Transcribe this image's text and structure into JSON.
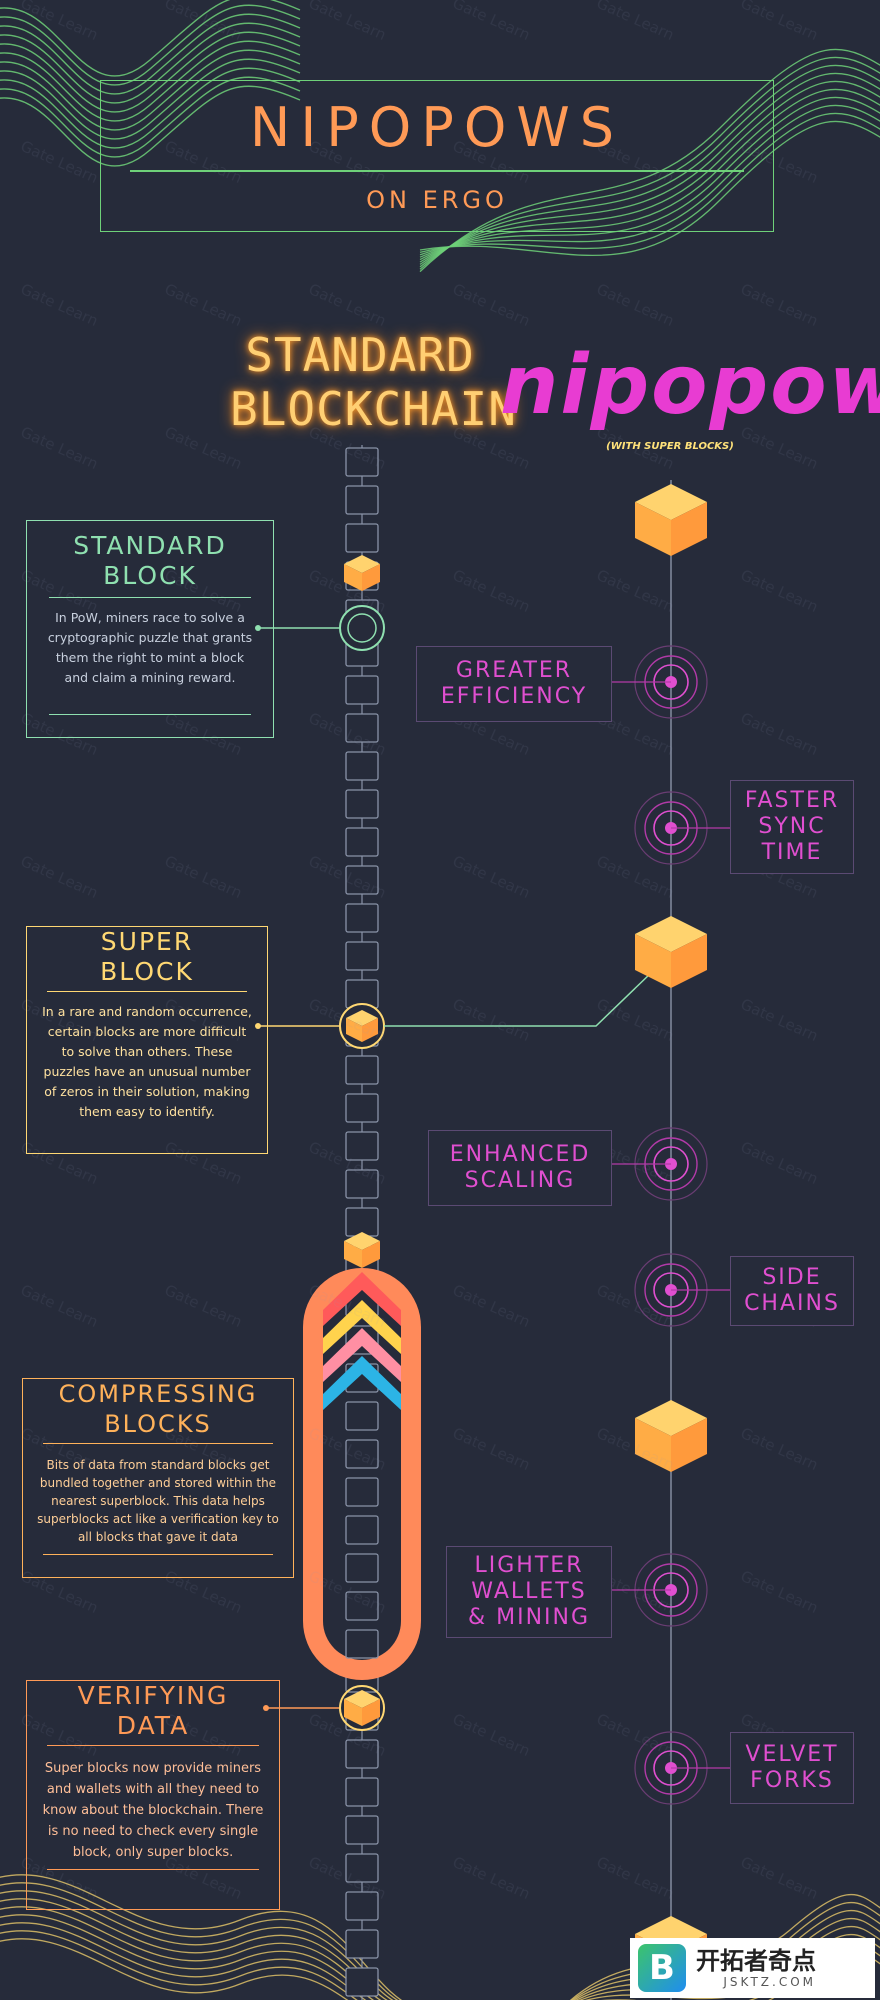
{
  "title": {
    "main": "NIPOPOWS",
    "sub": "ON ERGO"
  },
  "headers": {
    "standard_line1": "STANDARD",
    "standard_line2": "BLOCKCHAIN",
    "nipopow": "nipopow",
    "nipopow_sub": "(WITH SUPER BLOCKS)"
  },
  "cards": [
    {
      "title_line1": "STANDARD",
      "title_line2": "BLOCK",
      "text": "In PoW, miners race to solve a cryptographic puzzle that grants them the right to mint a block and claim a mining reward.",
      "color": "#8fe0b0"
    },
    {
      "title_line1": "SUPER",
      "title_line2": "BLOCK",
      "text": "In a rare and random occurrence, certain blocks are more difficult to solve than others. These puzzles have an unusual number of zeros in their solution, making them easy to identify.",
      "color": "#ffd873"
    },
    {
      "title_line1": "COMPRESSING",
      "title_line2": "BLOCKS",
      "text": "Bits of data from standard blocks get bundled together and stored within the nearest superblock. This data helps superblocks act like a verification key to all blocks that gave it data",
      "color": "#ffb25a"
    },
    {
      "title_line1": "VERIFYING",
      "title_line2": "DATA",
      "text": "Super blocks now provide miners and wallets with all they need to know about the blockchain. There is no need to check every single block, only super blocks.",
      "color": "#ff9a56"
    }
  ],
  "benefits": [
    {
      "line1": "GREATER",
      "line2": "EFFICIENCY",
      "line3": ""
    },
    {
      "line1": "FASTER",
      "line2": "SYNC",
      "line3": "TIME"
    },
    {
      "line1": "ENHANCED",
      "line2": "SCALING",
      "line3": ""
    },
    {
      "line1": "SIDE",
      "line2": "CHAINS",
      "line3": ""
    },
    {
      "line1": "LIGHTER",
      "line2": "WALLETS",
      "line3": "& MINING"
    },
    {
      "line1": "VELVET",
      "line2": "FORKS",
      "line3": ""
    }
  ],
  "watermark": "Gate Learn",
  "logo": {
    "badge": "B",
    "main": "开拓者奇点",
    "url": "JSKTZ.COM"
  },
  "colors": {
    "background": "#262b3a",
    "green": "#6ed179",
    "orange": "#ff9a56",
    "gold": "#ffd873",
    "magenta": "#e04fd0",
    "chain": "#8a93a8"
  }
}
